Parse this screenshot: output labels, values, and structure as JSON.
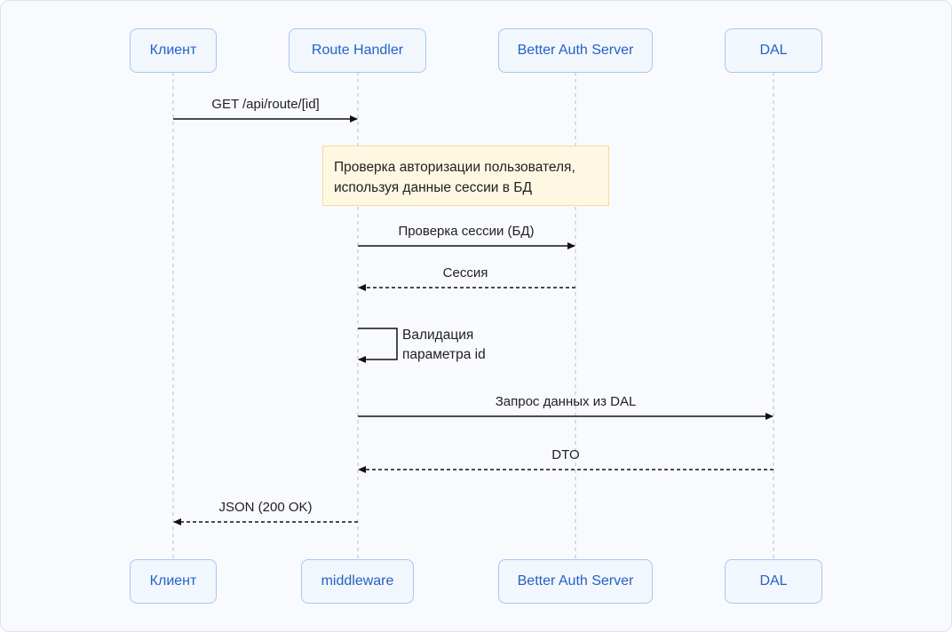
{
  "actors_top": {
    "client": "Клиент",
    "route_handler": "Route Handler",
    "auth_server": "Better Auth Server",
    "dal": "DAL"
  },
  "actors_bottom": {
    "client": "Клиент",
    "middleware": "middleware",
    "auth_server": "Better Auth Server",
    "dal": "DAL"
  },
  "note": {
    "line1": "Проверка авторизации пользователя,",
    "line2": "используя данные сессии в БД"
  },
  "messages": {
    "get_route": "GET /api/route/[id]",
    "session_check": "Проверка сессии (БД)",
    "session": "Сессия",
    "validation_line1": "Валидация",
    "validation_line2": "параметра id",
    "dal_request": "Запрос данных из DAL",
    "dto": "DTO",
    "json_response": "JSON (200 OK)"
  },
  "colors": {
    "actor_border": "#a9c7f2",
    "actor_fill": "#f2f7fe",
    "actor_text": "#2461c5",
    "note_fill": "#fef8e3",
    "note_border": "#f6dc98",
    "lifeline": "#c3c8d0",
    "arrow": "#111111"
  }
}
